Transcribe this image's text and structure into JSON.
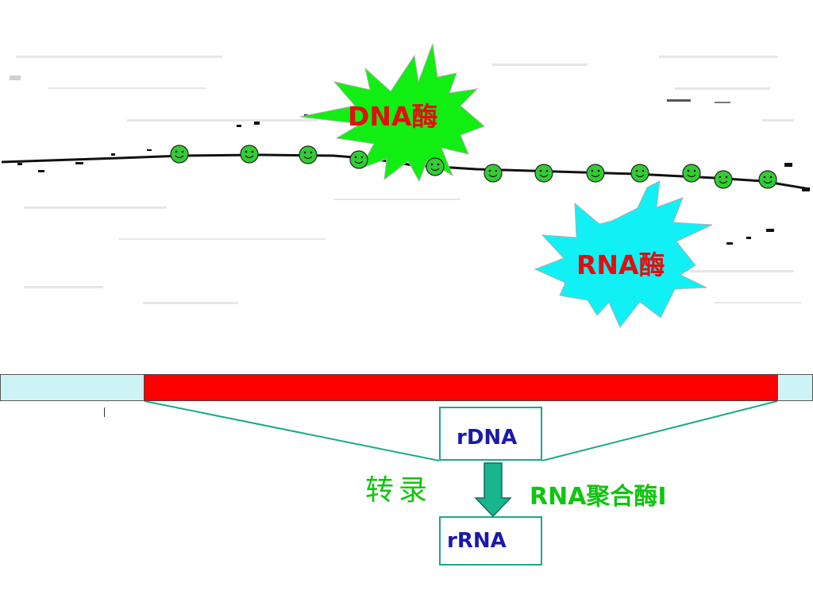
{
  "micrograph": {
    "dna_enzyme_label": "DNA酶",
    "rna_enzyme_label": "RNA酶",
    "dna_enzyme_color": "#11ee11",
    "rna_enzyme_color": "#11f0f5",
    "particle_color": "#33cc33",
    "particle_count": 13
  },
  "gene_map": {
    "flank_color": "#cdf3f7",
    "coding_color": "#ff0000"
  },
  "process": {
    "template_label": "rDNA",
    "product_label": "rRNA",
    "step_label": "转录",
    "enzyme_label": "RNA聚合酶Ⅰ",
    "arrow_color": "#19b58f",
    "label_color": "#11c411"
  }
}
